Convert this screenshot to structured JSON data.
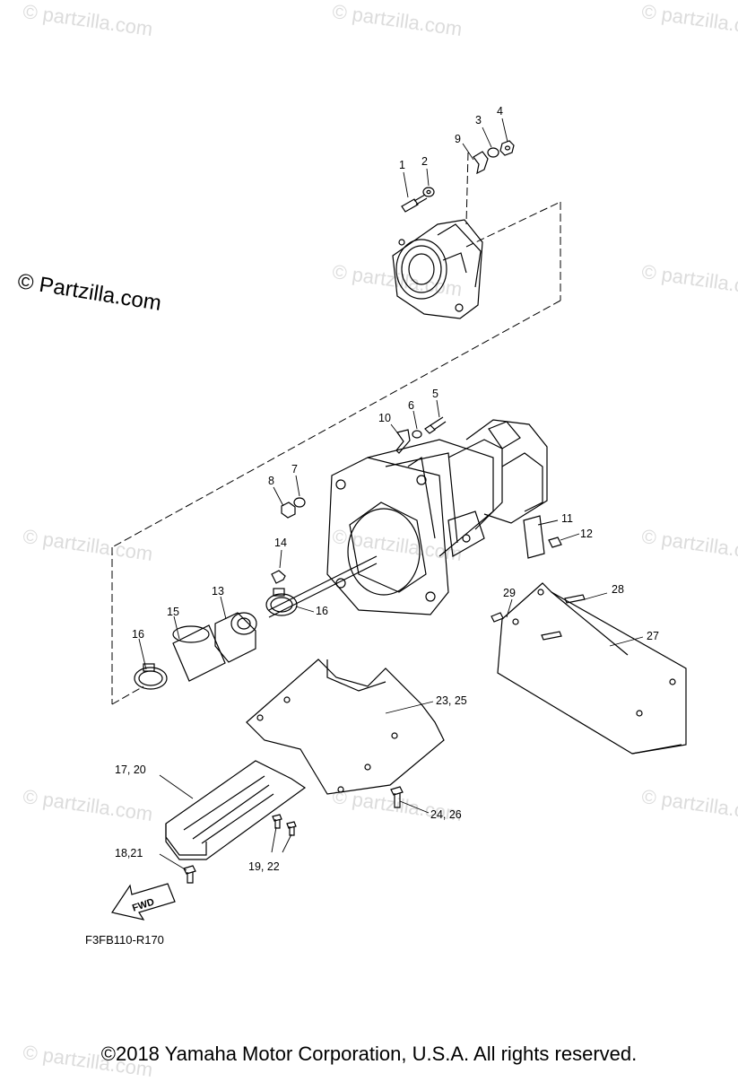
{
  "watermark": {
    "text": "© partzilla.com"
  },
  "brand": {
    "text": "© Partzilla.com"
  },
  "diagram_code": "F3FB110-R170",
  "copyright": "©2018  Yamaha Motor Corporation, U.S.A. All rights reserved.",
  "fwd_label": "FWD",
  "callouts": {
    "c1": "1",
    "c2": "2",
    "c3": "3",
    "c4": "4",
    "c5": "5",
    "c6": "6",
    "c7": "7",
    "c8": "8",
    "c9": "9",
    "c10": "10",
    "c11": "11",
    "c12": "12",
    "c13": "13",
    "c14": "14",
    "c15": "15",
    "c16a": "16",
    "c16b": "16",
    "c17_20": "17, 20",
    "c18_21": "18,21",
    "c19_22": "19, 22",
    "c23_25": "23, 25",
    "c24_26": "24, 26",
    "c27": "27",
    "c28": "28",
    "c29": "29"
  }
}
